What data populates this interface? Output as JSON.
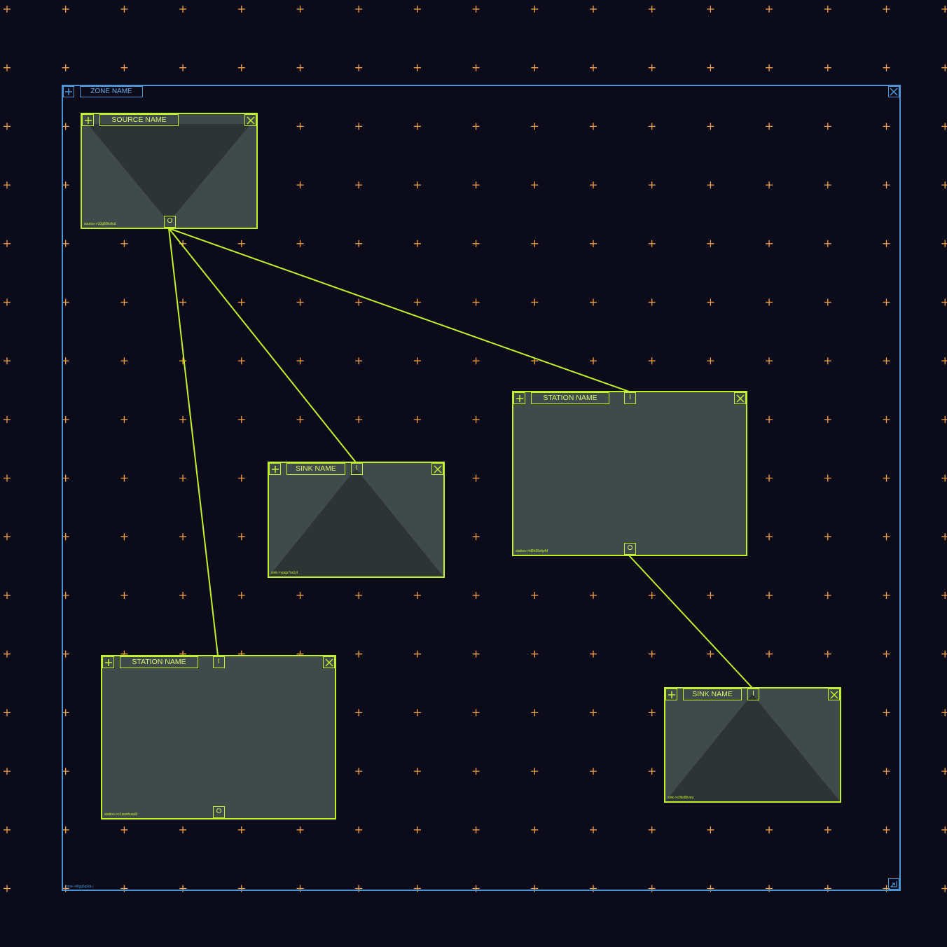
{
  "colors": {
    "background": "#0b0b19",
    "grid_marker": "#f5a24a",
    "zone_border": "#4d94d4",
    "node_border": "#c3f02d",
    "node_fill": "#414a4a",
    "node_shadow": "#2e3434",
    "wire": "#c3f02d"
  },
  "zone": {
    "title": "ZONE NAME",
    "id": "zone->8lgg6q0du",
    "icons": {
      "add": "plus-icon",
      "close": "close-icon",
      "resize": "resize-icon"
    }
  },
  "nodes": {
    "source": {
      "title": "SOURCE NAME",
      "id": "source->10g80hsfcd",
      "out_port": "O"
    },
    "sink_1": {
      "title": "SINK NAME",
      "id": "sink->ygqp7ra1yt",
      "in_port": "I"
    },
    "station_1": {
      "title": "STATION NAME",
      "id": "station->kl8h55xfg4d",
      "in_port": "I",
      "out_port": "O"
    },
    "station_2": {
      "title": "STATION NAME",
      "id": "station->c1sewhuad3",
      "in_port": "I",
      "out_port": "O"
    },
    "sink_2": {
      "title": "SINK NAME",
      "id": "sink->c0ks8bveu",
      "in_port": "I"
    }
  },
  "connections": [
    {
      "from": "source",
      "to": "station_2"
    },
    {
      "from": "source",
      "to": "sink_1"
    },
    {
      "from": "source",
      "to": "station_1"
    },
    {
      "from": "station_1",
      "to": "sink_2"
    }
  ]
}
